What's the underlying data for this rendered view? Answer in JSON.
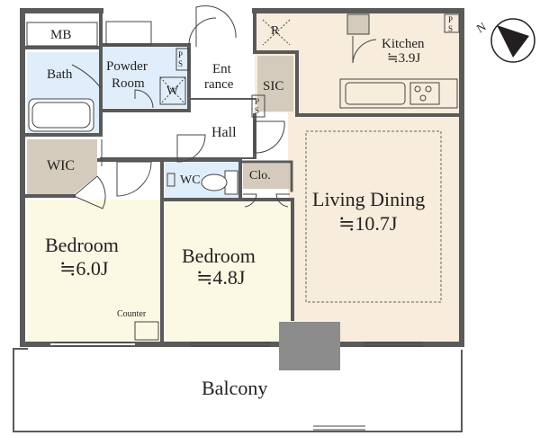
{
  "colors": {
    "wall": "#5a5a5a",
    "living_floor": "#f8ecdc",
    "bedroom_floor": "#fbf9e4",
    "wet_floor": "#dfeefa",
    "closet_floor": "#d4cbbd",
    "hall_floor": "#ffffff",
    "pillar": "#8c8c8c"
  },
  "compass": {
    "label": "N"
  },
  "rooms": {
    "mb": "MB",
    "bath": "Bath",
    "powder_room_line1": "Powder",
    "powder_room_line2": "Room",
    "washer": "W",
    "ps_powder": "P\nS",
    "refrigerator": "R",
    "entrance_line1": "Ent",
    "entrance_line2": "rance",
    "sic": "SIC",
    "ps_entrance": "P\nS",
    "kitchen_name": "Kitchen",
    "kitchen_size": "≒3.9J",
    "ps_kitchen": "P\nS",
    "hall": "Hall",
    "wic": "WIC",
    "wc": "WC",
    "closet": "Clo.",
    "living_name": "Living Dining",
    "living_size": "≒10.7J",
    "bedroom1_name": "Bedroom",
    "bedroom1_size": "≒6.0J",
    "bedroom2_name": "Bedroom",
    "bedroom2_size": "≒4.8J",
    "counter": "Counter",
    "balcony": "Balcony"
  }
}
